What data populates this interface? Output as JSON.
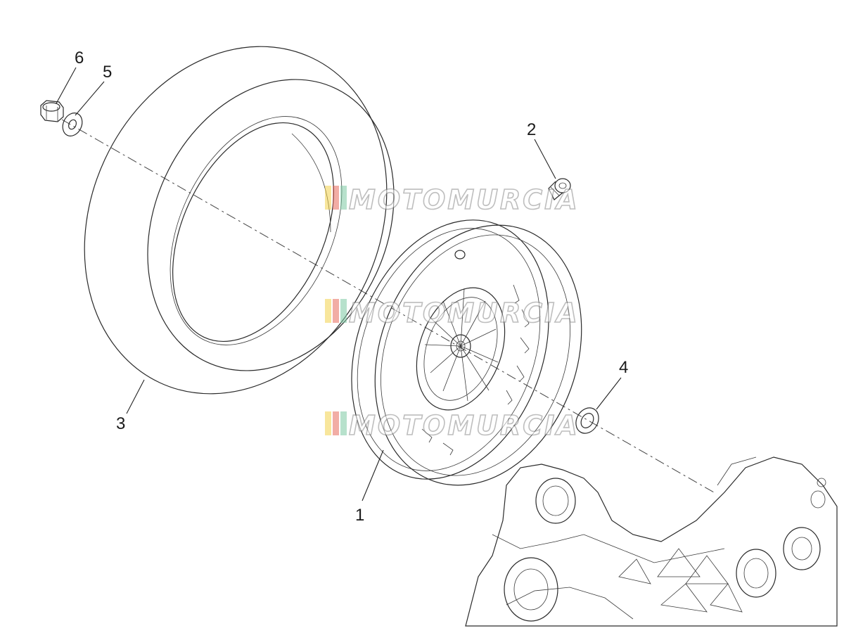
{
  "callouts": [
    {
      "id": "callout-1",
      "number": "1"
    },
    {
      "id": "callout-2",
      "number": "2"
    },
    {
      "id": "callout-3",
      "number": "3"
    },
    {
      "id": "callout-4",
      "number": "4"
    },
    {
      "id": "callout-5",
      "number": "5"
    },
    {
      "id": "callout-6",
      "number": "6"
    }
  ],
  "watermark": {
    "text": "MOTOMURCIA",
    "colors": [
      "#f2d24b",
      "#e86a5b",
      "#7cc9a3"
    ]
  },
  "colors": {
    "line": "#2a2a2a",
    "background": "#ffffff"
  }
}
